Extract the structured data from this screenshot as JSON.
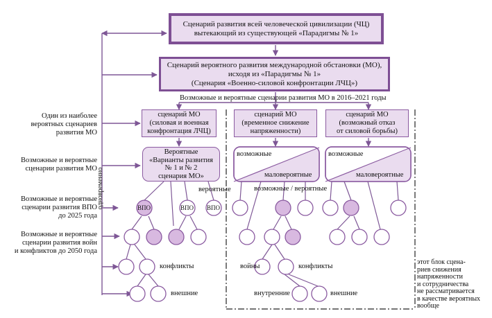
{
  "top_box": [
    "Сценарий развития всей человеческой цивилизации (ЧЦ)",
    "вытекающий из существующей «Парадигмы № 1»"
  ],
  "mo_box": [
    "Сценарий вероятного развития международной обстановки (МО),",
    "исходя из «Парадигмы № 1»",
    "(Сценария «Военно-силовой конфронтации ЛЧЦ»)"
  ],
  "period_label": "Возможные и вероятные сценарии развития МО в 2016–2021 годы",
  "scenarios": [
    [
      "сценарий МО",
      "(силовая и военная",
      "конфронтация ЛЧЦ)"
    ],
    [
      "сценарий МО",
      "(временное снижение",
      "напряженности)"
    ],
    [
      "сценарий МО",
      "(возможный отказ",
      "от силовой борьбы)"
    ]
  ],
  "variants_box": [
    "Вероятные",
    "«Варианты развития",
    "№ 1 и № 2",
    "сценария МО»"
  ],
  "split_labels": {
    "possible": "возможные",
    "unlikely": "маловероятные"
  },
  "left_labels": [
    [
      "Один из наиболее",
      "вероятных сценариев",
      "развития МО"
    ],
    [
      "Возможные и вероятные",
      "сценарии развития МО"
    ],
    [
      "Возможные и вероятные",
      "сценарии развития ВПО",
      "до 2025 года"
    ],
    [
      "Возможные и вероятные",
      "сценарии развития войн",
      "и конфликтов до 2050 года"
    ]
  ],
  "vertical_label": "одновременно",
  "node_labels": {
    "vpo": "ВПО",
    "probable": "вероятные",
    "possible_probable": "возможные / вероятные"
  },
  "tree_labels": {
    "conflicts": "конфликты",
    "external": "внешние",
    "wars": "войны",
    "internal": "внутренние"
  },
  "note": [
    "этот блок сцена-",
    "риев снижения",
    "напряженности",
    "и сотрудничества",
    "не рассматривается",
    "в качестве вероятных",
    "вообще"
  ],
  "colors": {
    "border": "#8a5aa0",
    "fill": "#eadcef",
    "dark_node": "#d8b9e0",
    "line": "#7e5796"
  }
}
